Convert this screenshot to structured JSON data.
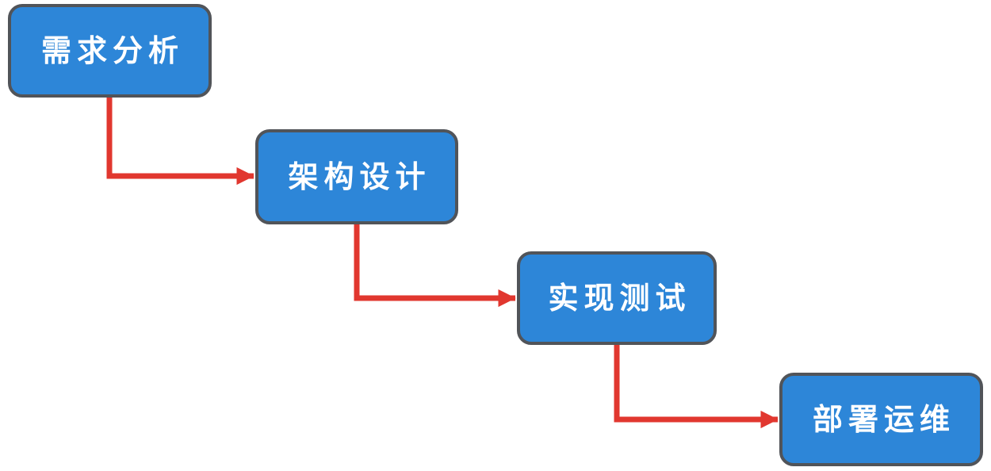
{
  "diagram": {
    "type": "flowchart",
    "nodes": [
      {
        "id": "node-1",
        "label": "需求分析"
      },
      {
        "id": "node-2",
        "label": "架构设计"
      },
      {
        "id": "node-3",
        "label": "实现测试"
      },
      {
        "id": "node-4",
        "label": "部署运维"
      }
    ],
    "connections": [
      {
        "from": "需求分析",
        "to": "架构设计",
        "style": "elbow-arrow"
      },
      {
        "from": "架构设计",
        "to": "实现测试",
        "style": "elbow-arrow"
      },
      {
        "from": "实现测试",
        "to": "部署运维",
        "style": "elbow-arrow"
      }
    ],
    "colors": {
      "canvas_bg": "#FFFFFF",
      "node_fill": "#2D86D8",
      "node_border": "#515459",
      "node_text": "#FFFFFF",
      "arrow": "#E1372F"
    }
  }
}
